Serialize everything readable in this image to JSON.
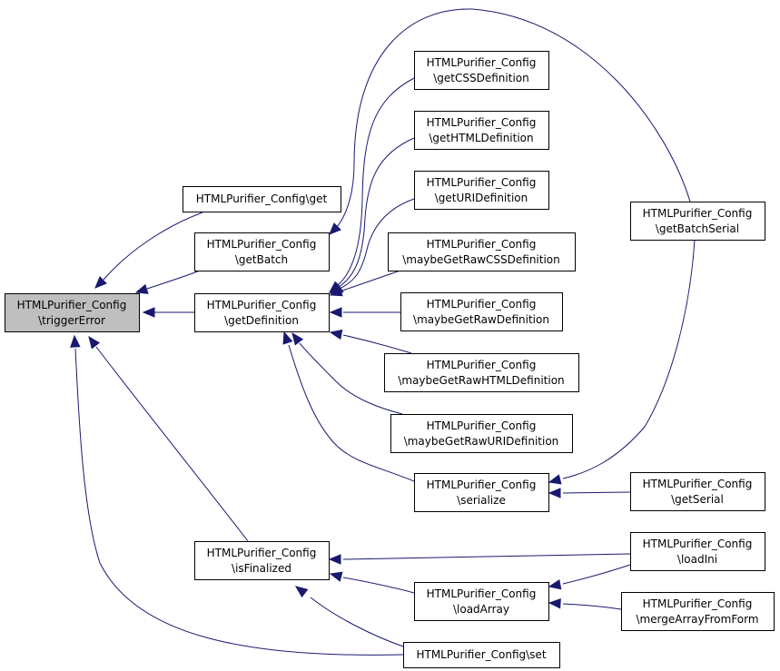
{
  "graph": {
    "nodes": {
      "triggerError": {
        "line1": "HTMLPurifier_Config",
        "line2": "\\triggerError",
        "current": true
      },
      "get": {
        "line1": "HTMLPurifier_Config\\get",
        "line2": ""
      },
      "getBatch": {
        "line1": "HTMLPurifier_Config",
        "line2": "\\getBatch"
      },
      "getDefinition": {
        "line1": "HTMLPurifier_Config",
        "line2": "\\getDefinition"
      },
      "isFinalized": {
        "line1": "HTMLPurifier_Config",
        "line2": "\\isFinalized"
      },
      "getCSSDefinition": {
        "line1": "HTMLPurifier_Config",
        "line2": "\\getCSSDefinition"
      },
      "getHTMLDefinition": {
        "line1": "HTMLPurifier_Config",
        "line2": "\\getHTMLDefinition"
      },
      "getURIDefinition": {
        "line1": "HTMLPurifier_Config",
        "line2": "\\getURIDefinition"
      },
      "maybeGetRawCSSDefinition": {
        "line1": "HTMLPurifier_Config",
        "line2": "\\maybeGetRawCSSDefinition"
      },
      "maybeGetRawDefinition": {
        "line1": "HTMLPurifier_Config",
        "line2": "\\maybeGetRawDefinition"
      },
      "maybeGetRawHTMLDefinition": {
        "line1": "HTMLPurifier_Config",
        "line2": "\\maybeGetRawHTMLDefinition"
      },
      "maybeGetRawURIDefinition": {
        "line1": "HTMLPurifier_Config",
        "line2": "\\maybeGetRawURIDefinition"
      },
      "serialize": {
        "line1": "HTMLPurifier_Config",
        "line2": "\\serialize"
      },
      "loadArray": {
        "line1": "HTMLPurifier_Config",
        "line2": "\\loadArray"
      },
      "set": {
        "line1": "HTMLPurifier_Config\\set",
        "line2": ""
      },
      "getBatchSerial": {
        "line1": "HTMLPurifier_Config",
        "line2": "\\getBatchSerial"
      },
      "getSerial": {
        "line1": "HTMLPurifier_Config",
        "line2": "\\getSerial"
      },
      "loadIni": {
        "line1": "HTMLPurifier_Config",
        "line2": "\\loadIni"
      },
      "mergeArrayFromForm": {
        "line1": "HTMLPurifier_Config",
        "line2": "\\mergeArrayFromForm"
      }
    },
    "edges": [
      {
        "from": "get",
        "to": "triggerError"
      },
      {
        "from": "getBatch",
        "to": "triggerError"
      },
      {
        "from": "getDefinition",
        "to": "triggerError"
      },
      {
        "from": "isFinalized",
        "to": "triggerError"
      },
      {
        "from": "set",
        "to": "triggerError"
      },
      {
        "from": "getBatchSerial",
        "to": "getBatch"
      },
      {
        "from": "getCSSDefinition",
        "to": "getDefinition"
      },
      {
        "from": "getHTMLDefinition",
        "to": "getDefinition"
      },
      {
        "from": "getURIDefinition",
        "to": "getDefinition"
      },
      {
        "from": "maybeGetRawCSSDefinition",
        "to": "getDefinition"
      },
      {
        "from": "maybeGetRawDefinition",
        "to": "getDefinition"
      },
      {
        "from": "maybeGetRawHTMLDefinition",
        "to": "getDefinition"
      },
      {
        "from": "maybeGetRawURIDefinition",
        "to": "getDefinition"
      },
      {
        "from": "serialize",
        "to": "getDefinition"
      },
      {
        "from": "getBatchSerial",
        "to": "serialize"
      },
      {
        "from": "getSerial",
        "to": "serialize"
      },
      {
        "from": "loadIni",
        "to": "isFinalized"
      },
      {
        "from": "loadArray",
        "to": "isFinalized"
      },
      {
        "from": "set",
        "to": "isFinalized"
      },
      {
        "from": "loadIni",
        "to": "loadArray"
      },
      {
        "from": "mergeArrayFromForm",
        "to": "loadArray"
      }
    ]
  }
}
